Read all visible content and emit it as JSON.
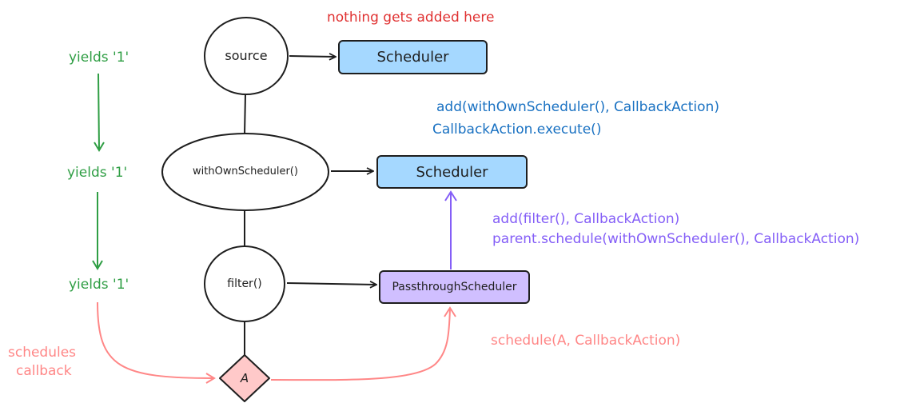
{
  "left_flow": {
    "yields": [
      "yields '1'",
      "yields '1'",
      "yields '1'"
    ],
    "schedules_line1": "schedules",
    "schedules_line2": "callback"
  },
  "nodes": {
    "source": "source",
    "with_own_scheduler": "withOwnScheduler()",
    "filter": "filter()",
    "diamond": "A"
  },
  "schedulers": {
    "top": "Scheduler",
    "middle": "Scheduler",
    "passthrough": "PassthroughScheduler"
  },
  "annotations": {
    "nothing_added": "nothing gets added here",
    "blue_line1": "add(withOwnScheduler(), CallbackAction)",
    "blue_line2": "CallbackAction.execute()",
    "purple_line1": "add(filter(), CallbackAction)",
    "purple_line2": "parent.schedule(withOwnScheduler(), CallbackAction)",
    "pink_schedule": "schedule(A, CallbackAction)"
  },
  "colors": {
    "green": "#2f9e44",
    "red": "#e03131",
    "blue": "#1971c2",
    "purple": "#845ef7",
    "pink": "#ff8787",
    "scheduler_fill": "#a5d8ff",
    "passthrough_fill": "#d0bfff",
    "diamond_fill": "#ffc9c9"
  }
}
